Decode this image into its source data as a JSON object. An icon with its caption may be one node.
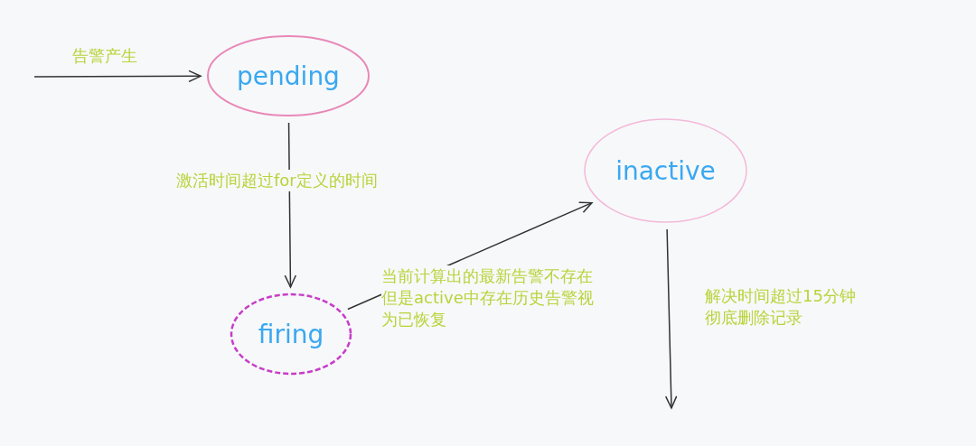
{
  "diagram": {
    "nodes": [
      {
        "text": [
          "pending"
        ]
      },
      {
        "text": [
          "firing"
        ]
      },
      {
        "text": [
          "inactive"
        ]
      }
    ],
    "edges": [
      {
        "from": null,
        "to": 0,
        "arrow": "to",
        "label": "告警产生"
      },
      {
        "from": 0,
        "to": 1,
        "arrow": "to",
        "label": "激活时间超过for定义的时间"
      },
      {
        "from": 1,
        "to": 2,
        "arrow": "to",
        "label": "当前计算出的最新告警不存在但是active中存在历史告警视为已恢复"
      },
      {
        "from": 2,
        "to": null,
        "arrow": "to",
        "label": "解决时间超过15分钟彻底删除记录"
      }
    ]
  }
}
